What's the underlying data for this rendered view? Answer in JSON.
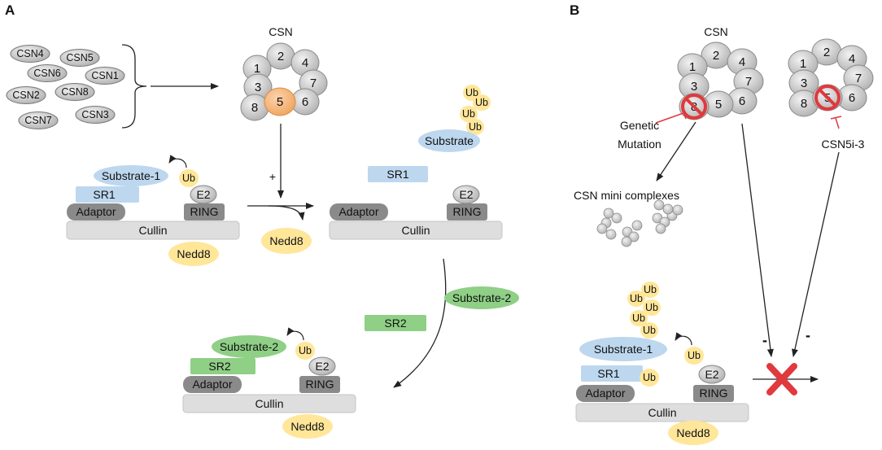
{
  "panels": {
    "a": "A",
    "b": "B"
  },
  "csn_title": "CSN",
  "csn_subunits": [
    "CSN4",
    "CSN5",
    "CSN6",
    "CSN1",
    "CSN2",
    "CSN8",
    "CSN7",
    "CSN3"
  ],
  "ring_numbers": [
    "1",
    "2",
    "3",
    "4",
    "5",
    "6",
    "7",
    "8"
  ],
  "plus_sign": "+",
  "minus_sign": "-",
  "complex_labels": {
    "substrate1": "Substrate-1",
    "substrate2": "Substrate-2",
    "substrate": "Substrate",
    "sr1": "SR1",
    "sr2": "SR2",
    "ub": "Ub",
    "e2": "E2",
    "adaptor": "Adaptor",
    "ring": "RING",
    "cullin": "Cullin",
    "nedd8": "Nedd8"
  },
  "annotations": {
    "genetic_mutation_line1": "Genetic",
    "genetic_mutation_line2": "Mutation",
    "inhibitor": "CSN5i-3",
    "mini_complexes": "CSN mini complexes"
  },
  "colors": {
    "gray_light": "#d9d9d9",
    "gray_mid": "#bdbdbd",
    "gray_dark": "#8c8c8c",
    "blue": "#bdd7ee",
    "green": "#8fcf86",
    "yellow": "#ffe699",
    "orange": "#f4b183",
    "red": "#e0393e"
  }
}
